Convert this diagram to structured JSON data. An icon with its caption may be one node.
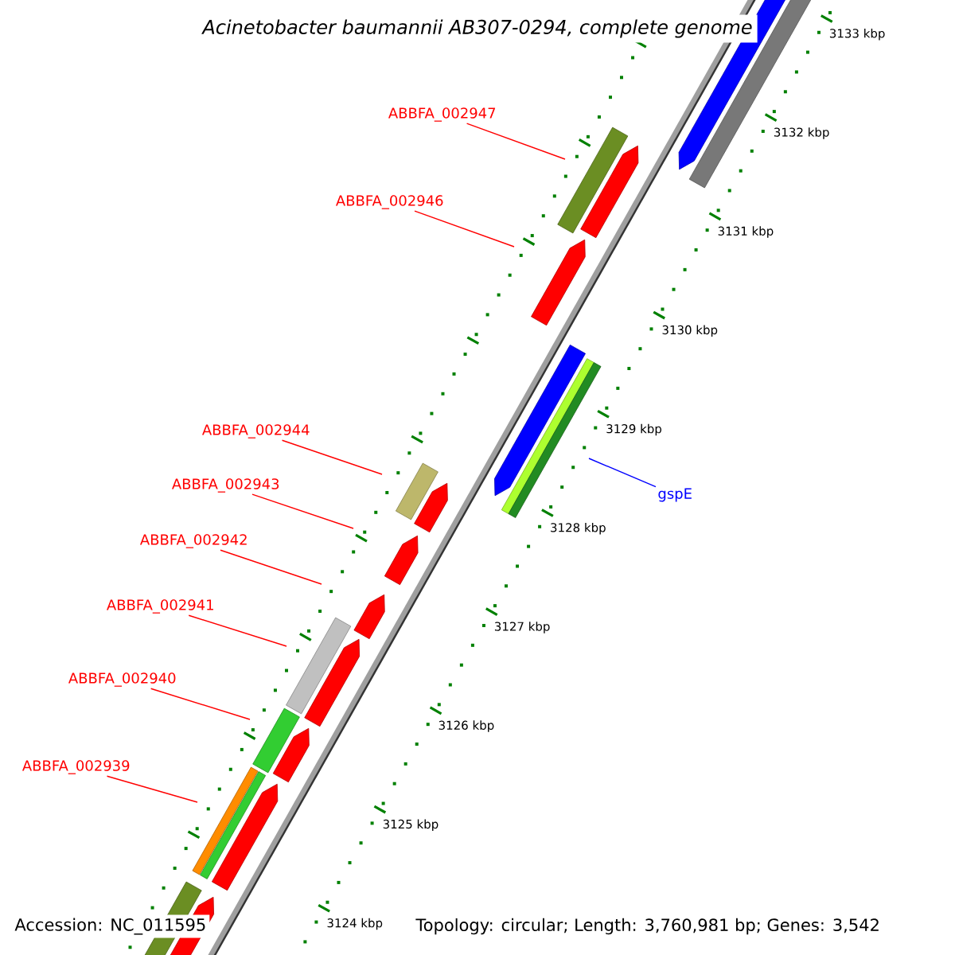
{
  "diagram": {
    "title": "Acinetobacter baumannii AB307-0294, complete genome",
    "nodes": [
      {
        "text": [
          "ABBFA_002947"
        ]
      },
      {
        "text": [
          "ABBFA_002946"
        ]
      },
      {
        "text": [
          "ABBFA_002944"
        ]
      },
      {
        "text": [
          "ABBFA_002943"
        ]
      },
      {
        "text": [
          "ABBFA_002942"
        ]
      },
      {
        "text": [
          "ABBFA_002941"
        ]
      },
      {
        "text": [
          "ABBFA_002940"
        ]
      },
      {
        "text": [
          "ABBFA_002939"
        ]
      },
      {
        "text": [
          "gspE"
        ]
      }
    ],
    "edges": [
      {
        "from": 0,
        "to": null,
        "arrow": "none"
      },
      {
        "from": 1,
        "to": null,
        "arrow": "none"
      },
      {
        "from": 2,
        "to": null,
        "arrow": "none"
      },
      {
        "from": 3,
        "to": null,
        "arrow": "none"
      },
      {
        "from": 4,
        "to": null,
        "arrow": "none"
      },
      {
        "from": 5,
        "to": null,
        "arrow": "none"
      },
      {
        "from": 6,
        "to": null,
        "arrow": "none"
      },
      {
        "from": 7,
        "to": null,
        "arrow": "none"
      },
      {
        "from": 8,
        "to": null,
        "arrow": "none",
        "color": "#0000ff"
      }
    ],
    "labels": [
      "3133 kbp",
      "3132 kbp",
      "3131 kbp",
      "3130 kbp",
      "3129 kbp",
      "3128 kbp",
      "3127 kbp",
      "3126 kbp",
      "3125 kbp",
      "3124 kbp",
      "Accession: NC_011595",
      "Topology: circular; Length: 3,760,981 bp; Genes: 3,542"
    ]
  }
}
